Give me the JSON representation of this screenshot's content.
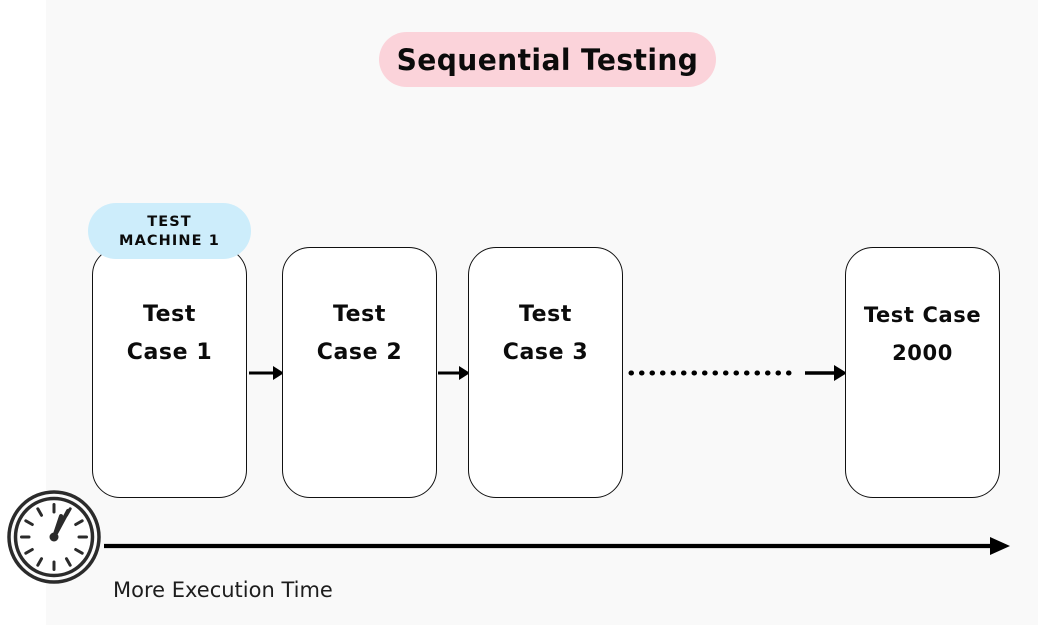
{
  "canvas": {
    "background_color": "#f9f9f9",
    "page_background_color": "#ffffff"
  },
  "title": {
    "text": "Sequential Testing",
    "pill_color": "#fbd3da",
    "text_color": "#0b0b0b"
  },
  "machine_badge": {
    "line1": "TEST",
    "line2": "MACHINE 1",
    "badge_color": "#cdedfb",
    "text_color": "#0b0b0b"
  },
  "diagram": {
    "boxes": [
      {
        "line1": "Test",
        "line2": "Case 1"
      },
      {
        "line1": "Test",
        "line2": "Case 2"
      },
      {
        "line1": "Test",
        "line2": "Case 3"
      },
      {
        "line1": "Test Case",
        "line2": "2000"
      }
    ],
    "connectors": [
      {
        "style": "solid-arrow"
      },
      {
        "style": "solid-arrow"
      },
      {
        "style": "dotted-then-arrow"
      }
    ],
    "box_border_color": "#111111",
    "box_fill_color": "#ffffff"
  },
  "timeline": {
    "icon": "clock-icon",
    "label": "More Execution Time",
    "arrow_color": "#000000",
    "label_color": "#1d1d1d"
  }
}
